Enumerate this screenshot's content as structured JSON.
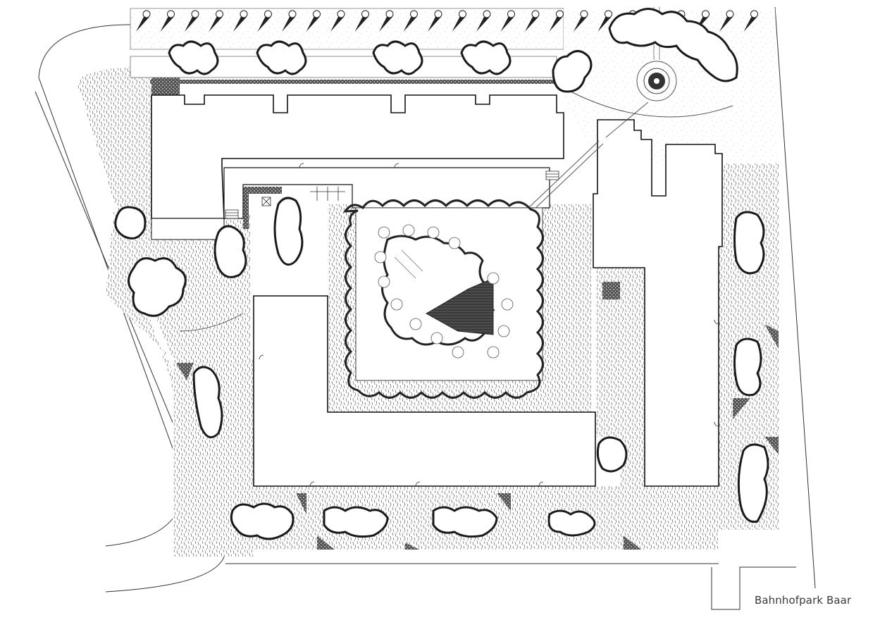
{
  "caption": "Bahnhofpark Baar",
  "drawing": {
    "type": "landscape site plan",
    "colors": {
      "background": "#ffffff",
      "ink": "#1a1a1a",
      "lawn_hatch": "#6e6e6e",
      "gravel_stipple": "#b5b5b5",
      "dark_shrub": "#2a2a2a",
      "building_fill": "#ffffff"
    },
    "elements": {
      "buildings": [
        {
          "name": "north-building",
          "label": ""
        },
        {
          "name": "central-l-building",
          "label": ""
        },
        {
          "name": "east-building",
          "label": ""
        },
        {
          "name": "west-wing",
          "label": ""
        }
      ],
      "courtyard": {
        "name": "central-square-garden",
        "feature": "diagonal path with pointed water basin"
      },
      "plaza": {
        "name": "northeast-plaza",
        "feature": "circular fountain"
      },
      "tree_row": {
        "name": "north-tree-row",
        "count": 26
      }
    }
  }
}
